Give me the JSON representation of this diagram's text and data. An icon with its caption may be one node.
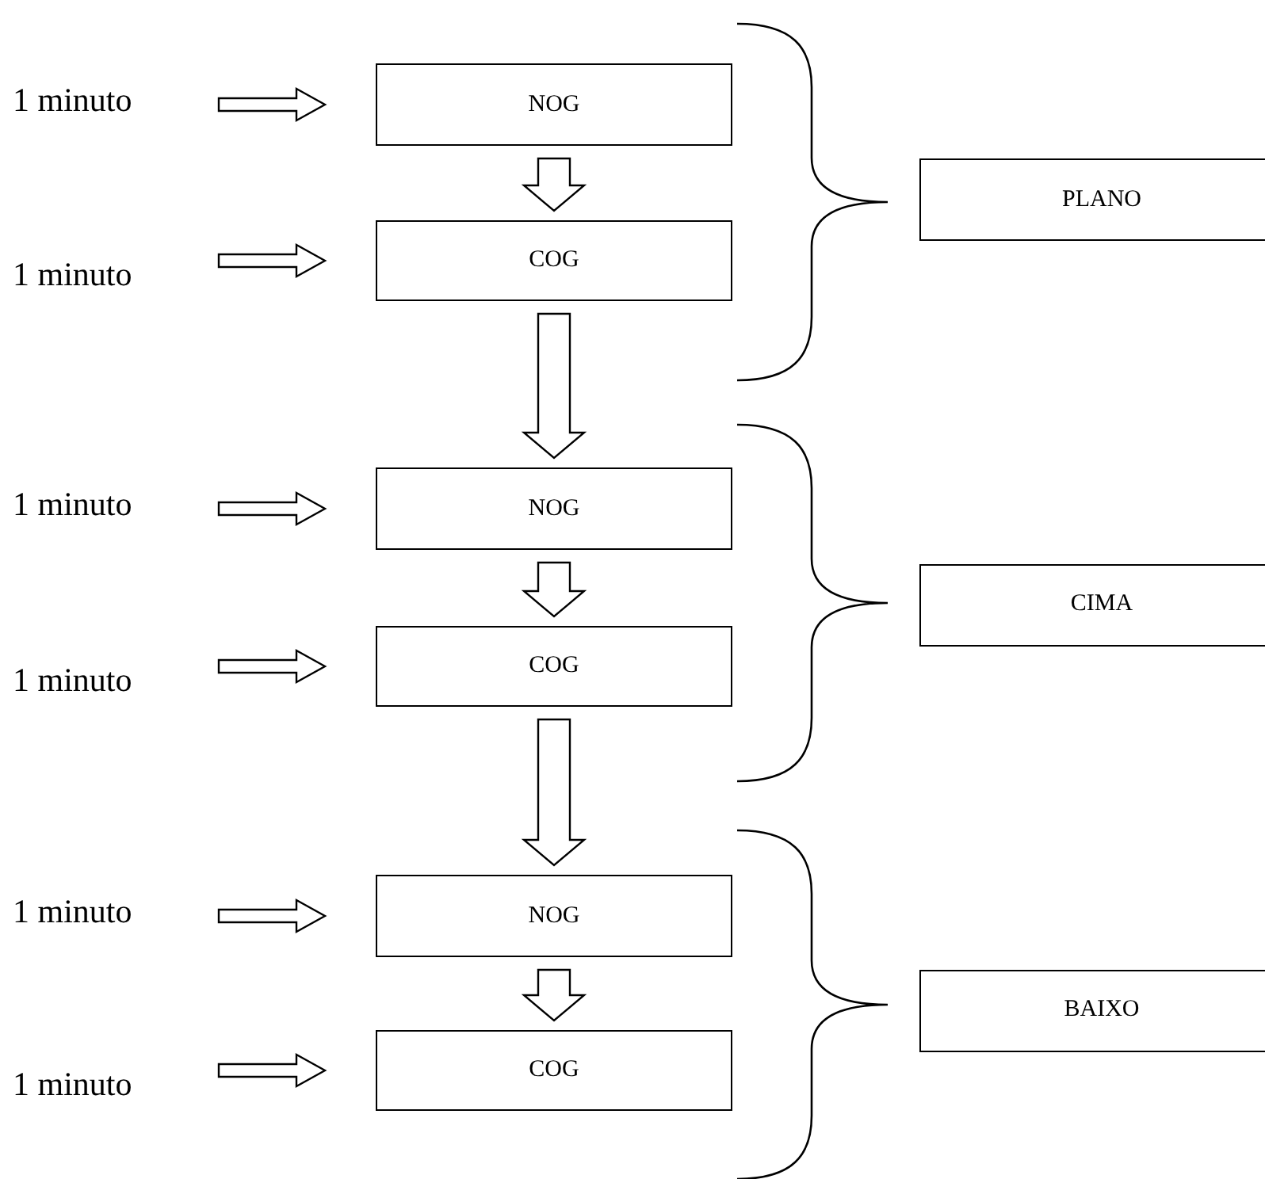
{
  "diagram": {
    "nodes": [
      {
        "text": [
          "1 minuto"
        ]
      },
      {
        "text": [
          "NOG"
        ]
      },
      {
        "text": [
          "1 minuto"
        ]
      },
      {
        "text": [
          "COG"
        ]
      },
      {
        "text": [
          "PLANO"
        ]
      },
      {
        "text": [
          "1 minuto"
        ]
      },
      {
        "text": [
          "NOG"
        ]
      },
      {
        "text": [
          "1 minuto"
        ]
      },
      {
        "text": [
          "COG"
        ]
      },
      {
        "text": [
          "CIMA"
        ]
      },
      {
        "text": [
          "1 minuto"
        ]
      },
      {
        "text": [
          "NOG"
        ]
      },
      {
        "text": [
          "1 minuto"
        ]
      },
      {
        "text": [
          "COG"
        ]
      },
      {
        "text": [
          "BAIXO"
        ]
      }
    ],
    "edges": [
      {
        "from": 0,
        "to": 1,
        "arrow": "to"
      },
      {
        "from": 1,
        "to": 3,
        "arrow": "to"
      },
      {
        "from": 2,
        "to": 3,
        "arrow": "to"
      },
      {
        "from": 3,
        "to": 6,
        "arrow": "to"
      },
      {
        "from": 5,
        "to": 6,
        "arrow": "to"
      },
      {
        "from": 6,
        "to": 8,
        "arrow": "to"
      },
      {
        "from": 7,
        "to": 8,
        "arrow": "to"
      },
      {
        "from": 8,
        "to": 11,
        "arrow": "to"
      },
      {
        "from": 10,
        "to": 11,
        "arrow": "to"
      },
      {
        "from": 11,
        "to": 13,
        "arrow": "to"
      },
      {
        "from": 12,
        "to": 13,
        "arrow": "to"
      }
    ]
  }
}
